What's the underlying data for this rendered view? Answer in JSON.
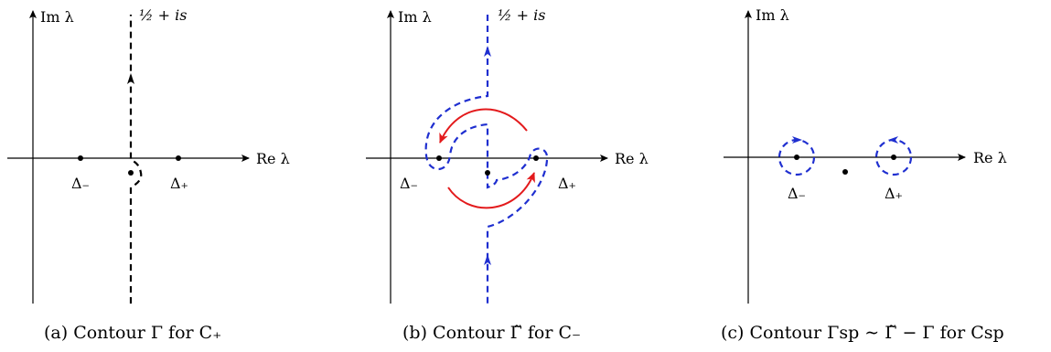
{
  "panels": [
    {
      "im_label": "Im λ",
      "re_label": "Re λ",
      "line_label": "½ + is",
      "delta_minus": "Δ₋",
      "delta_plus": "Δ₊",
      "caption": "(a) Contour Γ for C₊"
    },
    {
      "im_label": "Im λ",
      "re_label": "Re λ",
      "line_label": "½ + is",
      "delta_minus": "Δ₋",
      "delta_plus": "Δ₊",
      "caption": "(b) Contour Γ̃ for C₋"
    },
    {
      "im_label": "Im λ",
      "re_label": "Re λ",
      "delta_minus": "Δ₋",
      "delta_plus": "Δ₊",
      "caption": "(c) Contour Γsp ∼ Γ̃ − Γ for Csp"
    }
  ],
  "colors": {
    "contour_black": "#000000",
    "contour_blue": "#1f2fd0",
    "arrow_red": "#e31a1c"
  }
}
